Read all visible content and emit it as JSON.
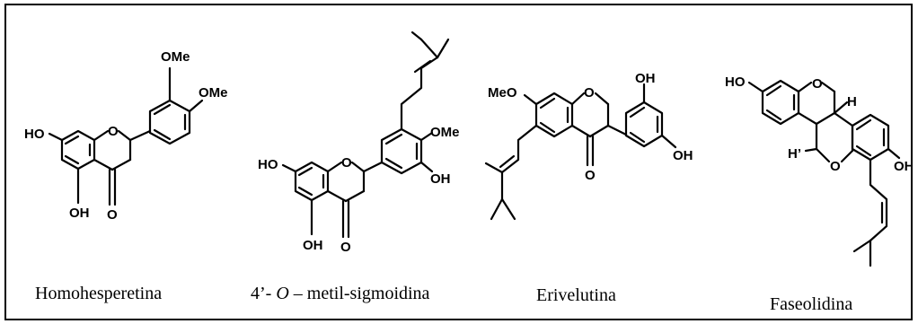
{
  "compounds": [
    {
      "name": "Homohesperetina",
      "atoms": {
        "ome_top": "OMe",
        "ome_right": "OMe",
        "ho": "HO",
        "o_ring": "O",
        "oh": "OH",
        "o_keto": "O"
      }
    },
    {
      "name_prefix": "4’- ",
      "name_italic": "O",
      "name_suffix": " – metil-sigmoidina",
      "atoms": {
        "ome": "OMe",
        "ho": "HO",
        "o_ring": "O",
        "oh_right": "OH",
        "oh_bottom": "OH",
        "o_keto": "O"
      }
    },
    {
      "name": "Erivelutina",
      "atoms": {
        "meo": "MeO",
        "o_ring": "O",
        "oh_top": "OH",
        "o_keto": "O",
        "oh_right": "OH"
      }
    },
    {
      "name": "Faseolidina",
      "atoms": {
        "ho": "HO",
        "o_ring": "O",
        "h_top": "H",
        "h_left": "H’",
        "o_bottom": "O",
        "oh": "OH"
      }
    }
  ]
}
